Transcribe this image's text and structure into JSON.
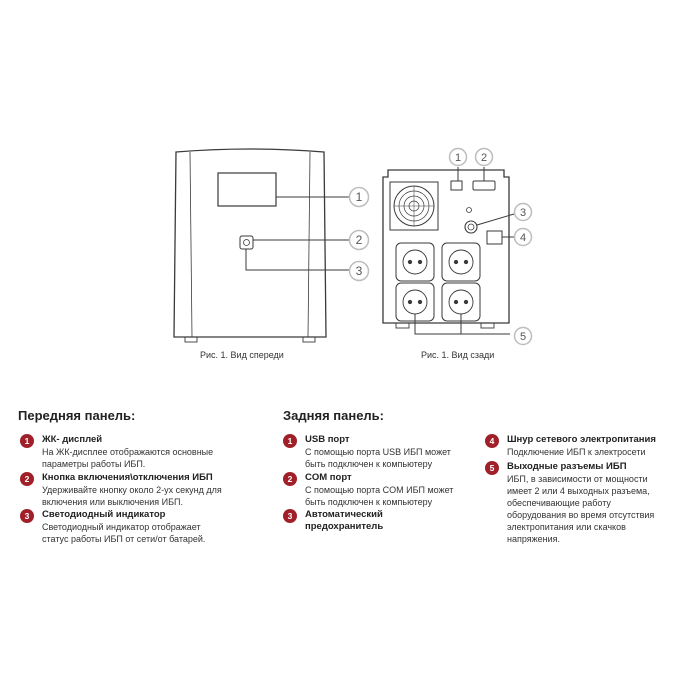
{
  "callouts": {
    "front": [
      "1",
      "2",
      "3"
    ],
    "back": [
      "1",
      "2",
      "3",
      "4",
      "5"
    ]
  },
  "captions": {
    "front": "Рис. 1. Вид спереди",
    "back": "Рис. 1. Вид сзади"
  },
  "front_panel": {
    "title": "Передняя панель:",
    "items": [
      {
        "num": "1",
        "title": "ЖК- дисплей",
        "desc": "На ЖК-дисплее отображаются основные\nпараметры работы ИБП."
      },
      {
        "num": "2",
        "title": "Кнопка включения\\отключения ИБП",
        "desc": "Удерживайте кнопку около 2-ух секунд для\nвключения или выключения ИБП."
      },
      {
        "num": "3",
        "title": "Светодиодный индикатор",
        "desc": "Светодиодный индикатор отображает\nстатус работы ИБП от сети/от батарей."
      }
    ]
  },
  "back_panel": {
    "title": "Задняя панель:",
    "items": [
      {
        "num": "1",
        "title": "USB порт",
        "desc": "С помощью порта USB ИБП может\nбыть подключен к компьютеру"
      },
      {
        "num": "2",
        "title": "COM порт",
        "desc": "С помощью порта COM ИБП может\nбыть подключен к компьютеру"
      },
      {
        "num": "3",
        "title": "Автоматический\nпредохранитель",
        "desc": ""
      },
      {
        "num": "4",
        "title": "Шнур сетевого электропитания",
        "desc": "Подключение ИБП к электросети"
      },
      {
        "num": "5",
        "title": "Выходные разъемы ИБП",
        "desc": "ИБП, в зависимости от мощности\nимеет 2 или 4 выходных разъема,\nобеспечивающие работу\nоборудования во время отсутствия\nэлектропитания или скачков\nнапряжения."
      }
    ]
  },
  "colors": {
    "accent": "#a0202a",
    "outline": "#3a3a3a",
    "callout": "#bdbdbd"
  }
}
